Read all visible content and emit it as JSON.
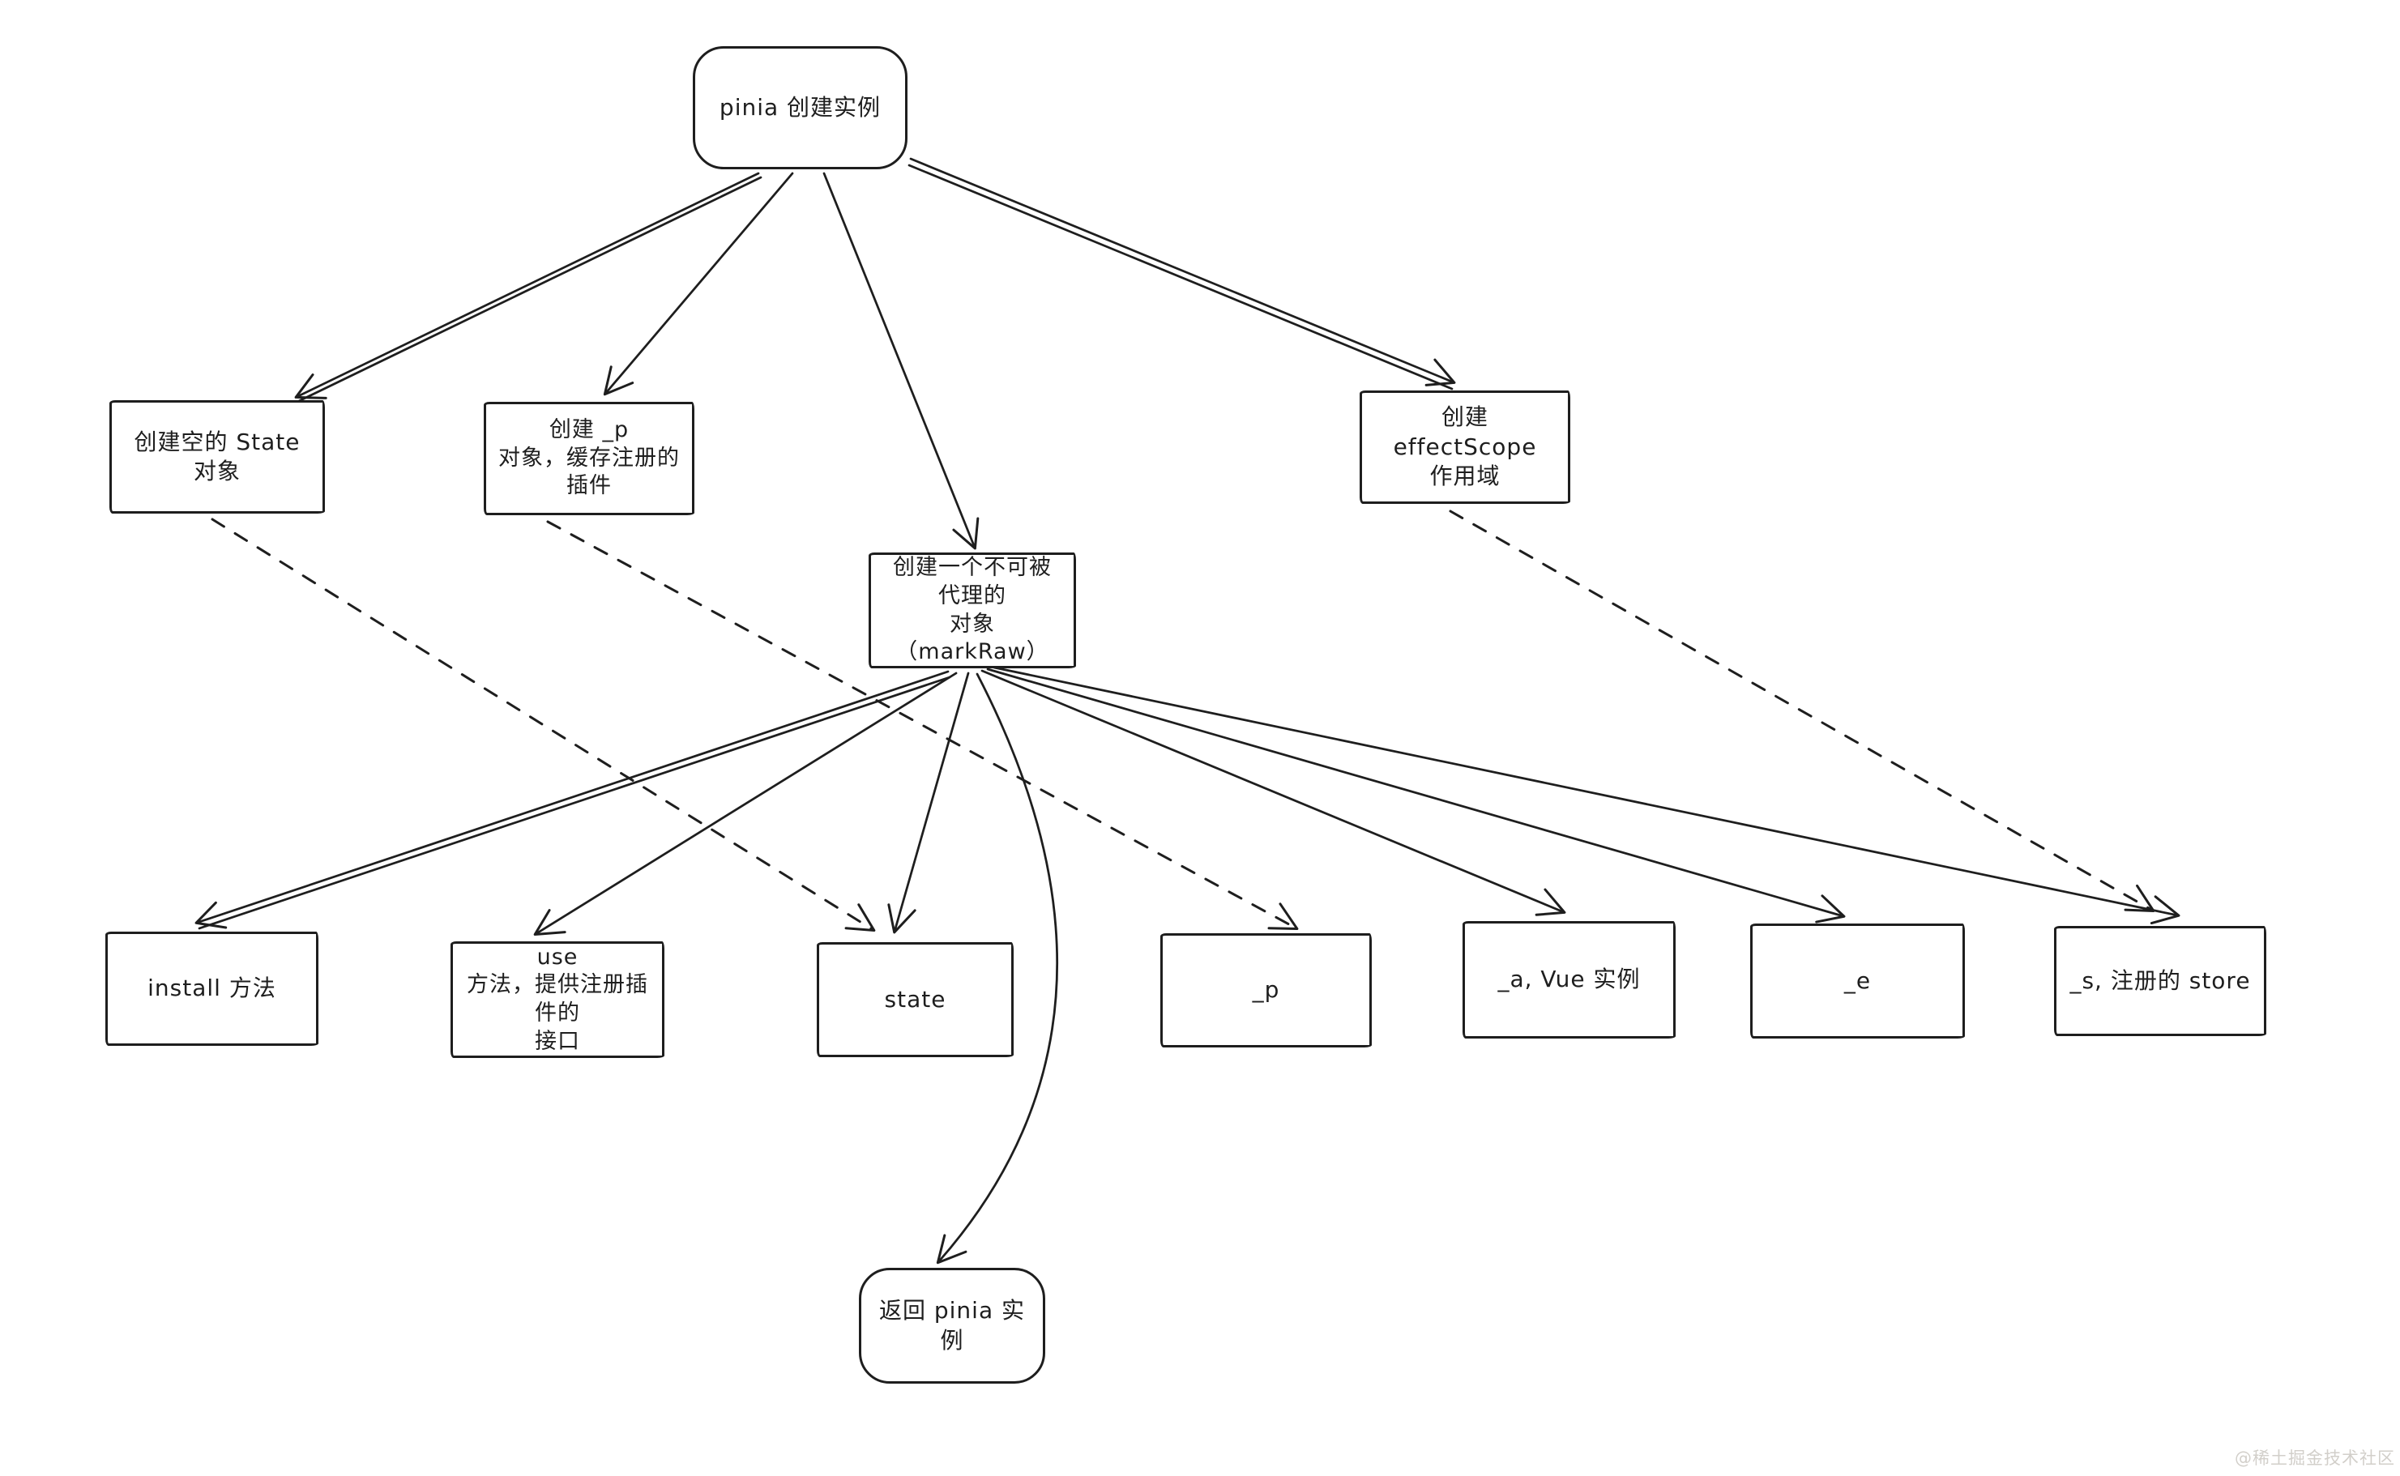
{
  "nodes": {
    "pinia": {
      "label": "pinia 创建实例"
    },
    "state_obj": {
      "label": "创建空的 State 对象"
    },
    "p_obj": {
      "label": "创建 _p\n对象，缓存注册的插件"
    },
    "effectscope": {
      "label": "创建 effectScope\n作用域"
    },
    "markraw": {
      "label": "创建一个不可被代理的\n对象（markRaw）"
    },
    "install": {
      "label": "install 方法"
    },
    "use": {
      "label": "use\n方法，提供注册插件的\n接口"
    },
    "state": {
      "label": "state"
    },
    "p": {
      "label": "_p"
    },
    "a": {
      "label": "_a, Vue 实例"
    },
    "e": {
      "label": "_e"
    },
    "s": {
      "label": "_s, 注册的 store"
    },
    "return": {
      "label": "返回 pinia 实例"
    }
  },
  "edges": [
    {
      "from": "pinia",
      "to": "state_obj",
      "style": "solid"
    },
    {
      "from": "pinia",
      "to": "p_obj",
      "style": "solid"
    },
    {
      "from": "pinia",
      "to": "markraw",
      "style": "solid"
    },
    {
      "from": "pinia",
      "to": "effectscope",
      "style": "solid"
    },
    {
      "from": "markraw",
      "to": "install",
      "style": "solid"
    },
    {
      "from": "markraw",
      "to": "use",
      "style": "solid"
    },
    {
      "from": "markraw",
      "to": "state",
      "style": "solid"
    },
    {
      "from": "markraw",
      "to": "a",
      "style": "solid"
    },
    {
      "from": "markraw",
      "to": "e",
      "style": "solid"
    },
    {
      "from": "markraw",
      "to": "s",
      "style": "solid"
    },
    {
      "from": "markraw",
      "to": "return",
      "style": "solid-curved"
    },
    {
      "from": "state_obj",
      "to": "state",
      "style": "dashed"
    },
    {
      "from": "p_obj",
      "to": "p",
      "style": "dashed"
    },
    {
      "from": "effectscope",
      "to": "s",
      "style": "dashed"
    }
  ],
  "watermark": "@稀土掘金技术社区",
  "colors": {
    "stroke": "#1e1e1e",
    "background": "#ffffff",
    "watermark": "#d2cfca"
  }
}
